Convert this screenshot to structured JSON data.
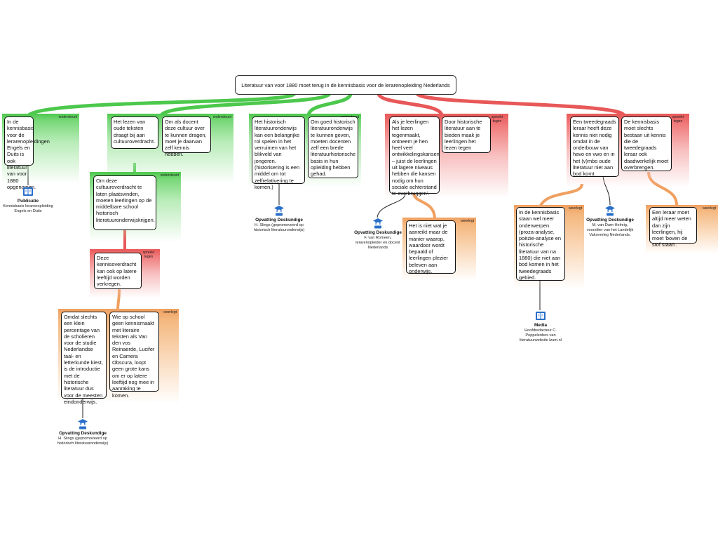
{
  "root": {
    "text": "Literatuur van voor 1880 moet terug in de kennisbasis voor de lerarenopleiding Nederlands"
  },
  "tags": {
    "ondersteunt": "ondersteunt",
    "spreekt_tegen": "spreekt tegen",
    "weerlegt": "weerlegt"
  },
  "nodes": {
    "n1": "In de kennisbasis voor de lerarenopleidingen Engels en Duits is ook literatuur van voor 1880 opgenomen.",
    "n2": "Het lezen van oude teksten draagt bij aan cultuuroverdracht.",
    "n3": "Om als docent deze cultuur over te kunnen dragen, moet je daarvan zelf kennis hebben.",
    "n4": "Om deze cultuuroverdracht te laten plaatsvinden, moeten leerlingen op de middelbare school historisch literatuuronderwijskrijgen.",
    "n5": "Deze kennisoverdracht kan ook op latere leeftijd worden verkregen.",
    "n6": "Omdat slechts een klein percentage van de scholieren voor de studie Nederlandse taal- en letterkunde kiest, is de introductie met de historische literatuur dus voor de meesten eindonderwijs.",
    "n7": "Wie op school geen kennismaakt met literaire teksten als Van den vos Reinaerde, Lucifer en Camera Obscura, loopt geen grote kans om er op latere leeftijd nog mee in aanraking te komen.",
    "n8": "Het historisch literatuuronderwijs kan een belangrijke rol spelen in het verruimen van het blikveld van jongeren. (historisering is een middel om tot zelfrelativering te komen.)",
    "n9": "Om goed historisch literatuuronderwijs te kunnen geven, moeten docenten zelf een brede literatuurhistorische basis in hun opleiding hebben gehad.",
    "n10": "Als je leerlingen het lezen tegenmaakt, ontneem je hen heel veel ontwikkelingskansen – juist de leerlingen uit lagere niveaus hebben die kansen nodig om hun sociale achterstand te overbruggen'.",
    "n11": "Door historische literatuur aan te bieden maak je leerlingen het lezen tegen",
    "n12": "Het is niet wat je aanreikt maar de manier waarop, waardoor wordt bepaald of leerlingen plezier beleven aan onderwijs.",
    "n13": "Een tweedegraads leraar heeft deze kennis niet nodig omdat in de onderbouw van havo en vwo en in het (v)mbo oude literatuur niet aan bod komt.",
    "n14": "De kennisbasis moet slechts bestaan uit kennis die de tweedegraads leraar ook daadwerkelijk moet overbrengen.",
    "n15": "In de kennisbasis staan wel meer onderwerpen (proza-analyse, poëzie-analyse en historische literatuur van na 1880) die niet aan bod komen in het tweedegraads gebied.",
    "n16": "Een leraar moet altijd meer weten dan zijn leerlingen, hij moet 'boven de stof staan'."
  },
  "attachments": {
    "a1": {
      "title": "Publicatie",
      "sub": "Kennisbasis lerarenopleiding Engels en Duits",
      "icon": "book-icon"
    },
    "a2": {
      "title": "Opvatting Deskundige",
      "sub": "H. Slings (gepromoveerd op historisch literatuuronderwijs)",
      "icon": "graduate-icon"
    },
    "a3": {
      "title": "Opvatting Deskundige",
      "sub": "H. Slings (gepromoveerd op historisch literatuuronderwijs)",
      "icon": "graduate-icon"
    },
    "a4": {
      "title": "Opvatting Deskundige",
      "sub": "F. van Romeen, lerarenopleider en docent Nederlands",
      "icon": "graduate-icon"
    },
    "a5": {
      "title": "Opvatting Deskundige",
      "sub": "M. van Dam-Helmig, voorzitter van het Landelijk Vakoverleg Nederlands.",
      "icon": "graduate-icon"
    },
    "a6": {
      "title": "Media",
      "sub": "Hoofdredacteur C. Peppelenbos van literatuurwebsite lzum.nl",
      "icon": "book-icon"
    }
  },
  "colors": {
    "support": "#4cc84c",
    "oppose": "#e85858",
    "rebut": "#f0a060",
    "icon_blue": "#2a6fc9"
  }
}
